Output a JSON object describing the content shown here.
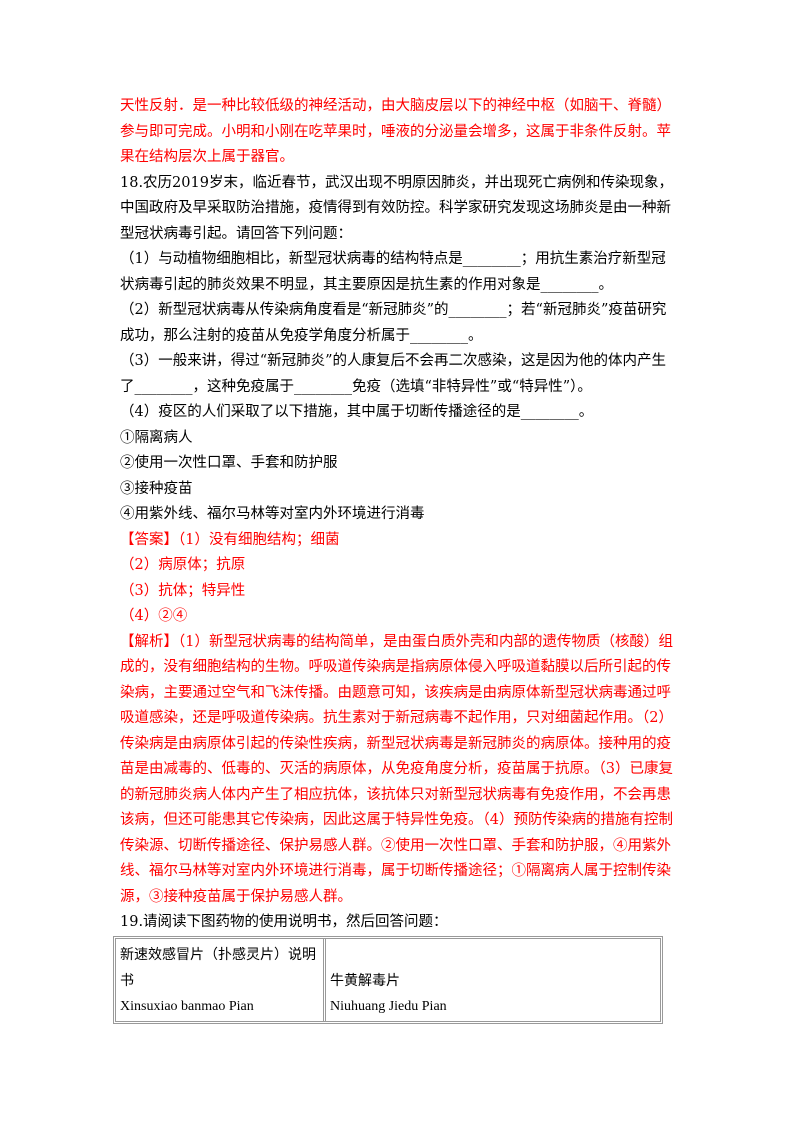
{
  "document": {
    "intro_answer": "天性反射．是一种比较低级的神经活动，由大脑皮层以下的神经中枢（如脑干、脊髓）参与即可完成。小明和小刚在吃苹果时，唾液的分泌量会增多，这属于非条件反射。苹果在结构层次上属于器官。",
    "q18": {
      "stem": "18.农历2019岁末，临近春节，武汉出现不明原因肺炎，并出现死亡病例和传染现象，中国政府及早采取防治措施，疫情得到有效防控。科学家研究发现这场肺炎是由一种新型冠状病毒引起。请回答下列问题：",
      "sub1": "（1）与动植物细胞相比，新型冠状病毒的结构特点是________；用抗生素治疗新型冠状病毒引起的肺炎效果不明显，其主要原因是抗生素的作用对象是________。",
      "sub2": "（2）新型冠状病毒从传染病角度看是“新冠肺炎”的________；若“新冠肺炎”疫苗研究成功，那么注射的疫苗从免疫学角度分析属于________。",
      "sub3": "（3）一般来讲，得过“新冠肺炎”的人康复后不会再二次感染，这是因为他的体内产生了________，这种免疫属于________免疫（选填“非特异性”或“特异性”）。",
      "sub4": "（4）疫区的人们采取了以下措施，其中属于切断传播途径的是________。",
      "options": [
        "①隔离病人",
        "②使用一次性口罩、手套和防护服",
        "③接种疫苗",
        "④用紫外线、福尔马林等对室内外环境进行消毒"
      ],
      "answer_label": "【答案】",
      "answers": [
        "（1）没有细胞结构；细菌",
        "（2）病原体；抗原",
        "（3）抗体；特异性",
        "（4）②④"
      ],
      "analysis_label": "【解析】",
      "analysis": "（1）新型冠状病毒的结构简单，是由蛋白质外壳和内部的遗传物质（核酸）组成的，没有细胞结构的生物。呼吸道传染病是指病原体侵入呼吸道黏膜以后所引起的传染病，主要通过空气和飞沫传播。由题意可知，该疾病是由病原体新型冠状病毒通过呼吸道感染，还是呼吸道传染病。抗生素对于新冠病毒不起作用，只对细菌起作用。（2）传染病是由病原体引起的传染性疾病，新型冠状病毒是新冠肺炎的病原体。接种用的疫苗是由减毒的、低毒的、灭活的病原体，从免疫角度分析，疫苗属于抗原。（3）已康复的新冠肺炎病人体内产生了相应抗体，该抗体只对新型冠状病毒有免疫作用，不会再患该病，但还可能患其它传染病，因此这属于特异性免疫。（4）预防传染病的措施有控制传染源、切断传播途径、保护易感人群。②使用一次性口罩、手套和防护服，④用紫外线、福尔马林等对室内外环境进行消毒，属于切断传播途径；①隔离病人属于控制传染源，③接种疫苗属于保护易感人群。"
    },
    "q19": {
      "stem": "19.请阅读下图药物的使用说明书，然后回答问题："
    },
    "table": {
      "left_title": "新速效感冒片（扑感灵片）说明书",
      "left_pinyin": "Xinsuxiao banmao Pian",
      "right_title": "牛黄解毒片",
      "right_pinyin": "Niuhuang Jiedu Pian"
    }
  }
}
